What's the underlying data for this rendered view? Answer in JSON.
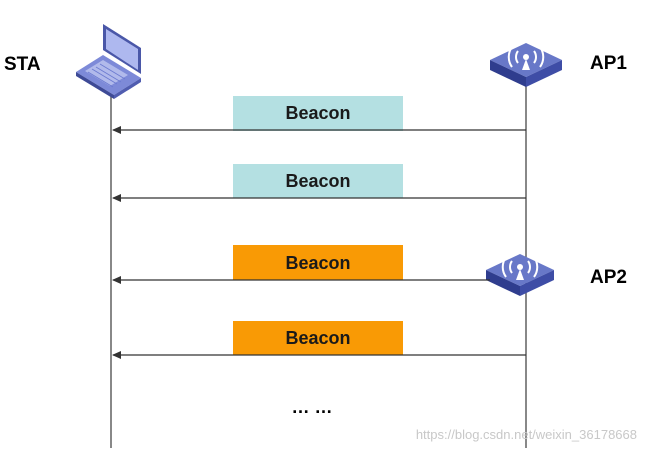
{
  "nodes": {
    "sta": {
      "label": "STA",
      "icon": "laptop-icon"
    },
    "ap1": {
      "label": "AP1",
      "icon": "access-point-icon"
    },
    "ap2": {
      "label": "AP2",
      "icon": "access-point-icon"
    }
  },
  "messages": [
    {
      "label": "Beacon",
      "from": "AP1",
      "to": "STA",
      "color": "#b4e0e2"
    },
    {
      "label": "Beacon",
      "from": "AP1",
      "to": "STA",
      "color": "#b4e0e2"
    },
    {
      "label": "Beacon",
      "from": "AP2",
      "to": "STA",
      "color": "#f99a05"
    },
    {
      "label": "Beacon",
      "from": "AP2",
      "to": "STA",
      "color": "#f99a05"
    }
  ],
  "continuation": "… …",
  "watermark": "https://blog.csdn.net/weixin_36178668",
  "colors": {
    "ap_body": "#3b4a9e",
    "ap_top": "#5a6cc0",
    "laptop_body": "#6b7ad0",
    "line": "#333333"
  }
}
